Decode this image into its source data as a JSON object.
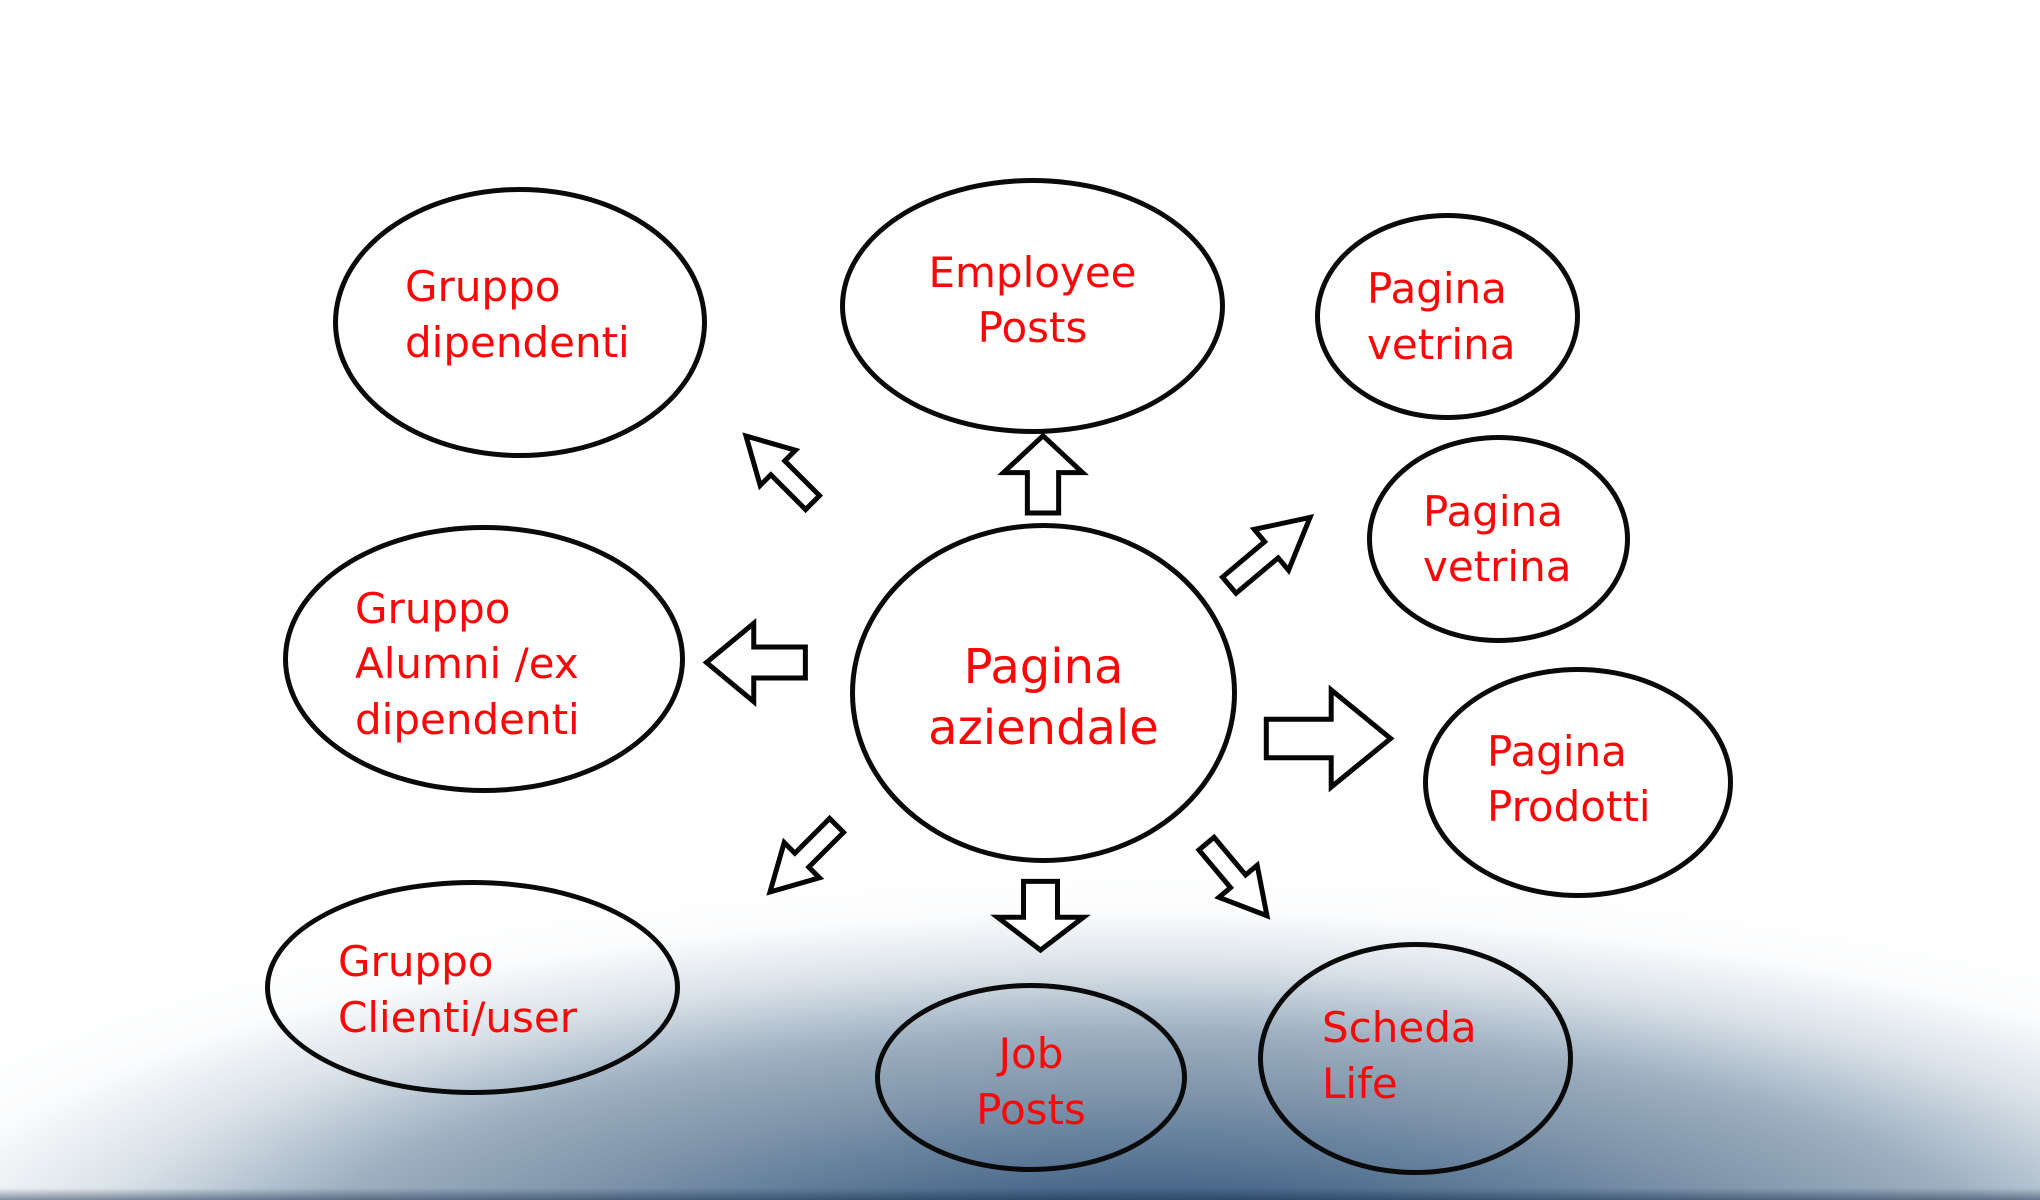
{
  "diagram": {
    "description": "Hub and spoke diagram of a company LinkedIn-style presence",
    "text_color": "#fa0707",
    "outline_color": "#0a0a0a",
    "arrow_fill": "#ffffff",
    "background_bottom_color": "#3a5a7e"
  },
  "nodes": {
    "pagina_aziendale": {
      "lines": [
        "Pagina",
        "aziendale"
      ],
      "role": "center"
    },
    "employee_posts": {
      "lines": [
        "Employee",
        "Posts"
      ],
      "role": "satellite"
    },
    "gruppo_dipendenti": {
      "lines": [
        "Gruppo",
        "dipendenti"
      ],
      "role": "satellite"
    },
    "pagina_vetrina_top": {
      "lines": [
        "Pagina",
        "vetrina"
      ],
      "role": "satellite"
    },
    "pagina_vetrina_right": {
      "lines": [
        "Pagina",
        "vetrina"
      ],
      "role": "satellite"
    },
    "pagina_prodotti": {
      "lines": [
        "Pagina",
        "Prodotti"
      ],
      "role": "satellite"
    },
    "gruppo_alumni": {
      "lines": [
        "Gruppo",
        "Alumni /ex",
        "dipendenti"
      ],
      "role": "satellite"
    },
    "gruppo_clienti": {
      "lines": [
        "Gruppo",
        "Clienti/user"
      ],
      "role": "satellite"
    },
    "job_posts": {
      "lines": [
        "Job",
        "Posts"
      ],
      "role": "satellite"
    },
    "scheda_life": {
      "lines": [
        "Scheda",
        "Life"
      ],
      "role": "satellite"
    }
  },
  "arrows": [
    {
      "name": "arrow-up",
      "direction": "up",
      "points_toward": "employee_posts"
    },
    {
      "name": "arrow-up-left",
      "direction": "up-left",
      "points_toward": "gruppo_dipendenti"
    },
    {
      "name": "arrow-left",
      "direction": "left",
      "points_toward": "gruppo_alumni"
    },
    {
      "name": "arrow-down-left",
      "direction": "down-left",
      "points_toward": "gruppo_clienti"
    },
    {
      "name": "arrow-down",
      "direction": "down",
      "points_toward": "job_posts"
    },
    {
      "name": "arrow-down-right",
      "direction": "down-right",
      "points_toward": "scheda_life"
    },
    {
      "name": "arrow-right",
      "direction": "right",
      "points_toward": "pagina_prodotti"
    },
    {
      "name": "arrow-up-right",
      "direction": "up-right",
      "points_toward": "pagina_vetrina_right"
    }
  ]
}
